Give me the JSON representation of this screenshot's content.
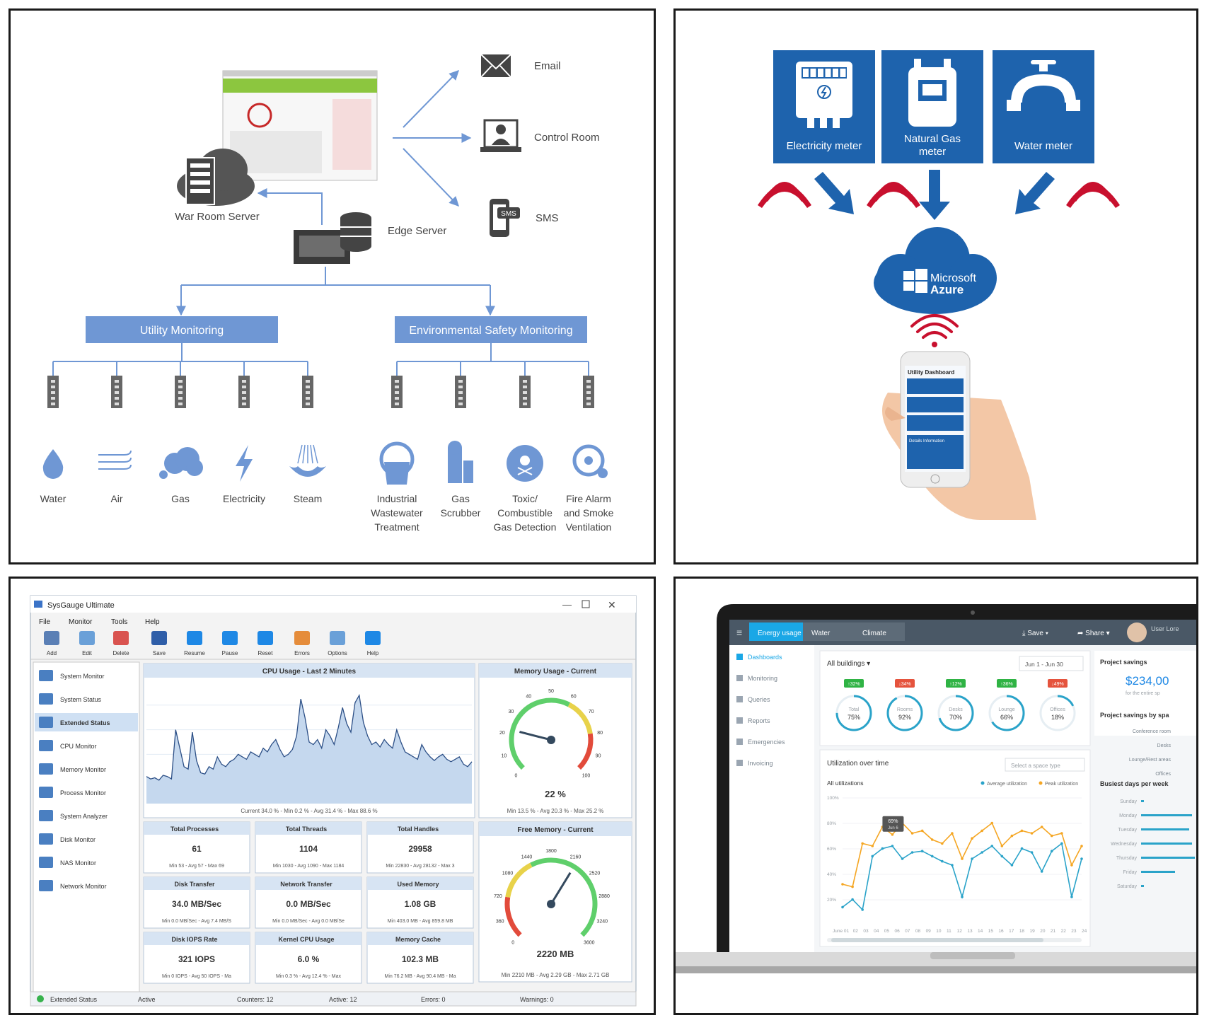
{
  "colors": {
    "accent_blue": "#6f97d4",
    "meter_blue": "#1e63ad",
    "signal_red": "#c8102e",
    "gauge_green": "#37b24d"
  },
  "panel1": {
    "war_room_server": "War Room Server",
    "edge_server": "Edge Server",
    "outputs": [
      {
        "label": "Email",
        "icon": "email-icon"
      },
      {
        "label": "Control Room",
        "icon": "control-room-icon"
      },
      {
        "label": "SMS",
        "icon": "sms-icon"
      }
    ],
    "utility": {
      "title": "Utility Monitoring",
      "items": [
        {
          "label": [
            "Water"
          ],
          "icon": "water-drop-icon"
        },
        {
          "label": [
            "Air"
          ],
          "icon": "air-icon"
        },
        {
          "label": [
            "Gas"
          ],
          "icon": "gas-cloud-icon"
        },
        {
          "label": [
            "Electricity"
          ],
          "icon": "lightning-icon"
        },
        {
          "label": [
            "Steam"
          ],
          "icon": "steam-icon"
        }
      ]
    },
    "environmental": {
      "title": "Environmental Safety Monitoring",
      "items": [
        {
          "label": [
            "Industrial",
            "Wastewater",
            "Treatment"
          ],
          "icon": "wastewater-icon"
        },
        {
          "label": [
            "Gas",
            "Scrubber"
          ],
          "icon": "scrubber-icon"
        },
        {
          "label": [
            "Toxic/",
            "Combustible",
            "Gas Detection"
          ],
          "icon": "toxic-gas-icon"
        },
        {
          "label": [
            "Fire Alarm",
            "and Smoke",
            "Ventilation"
          ],
          "icon": "fire-alarm-icon"
        }
      ]
    }
  },
  "panel2": {
    "meters": [
      {
        "label": [
          "Electricity meter"
        ],
        "icon": "electricity-meter-icon"
      },
      {
        "label": [
          "Natural Gas",
          "meter"
        ],
        "icon": "gas-meter-icon"
      },
      {
        "label": [
          "Water meter"
        ],
        "icon": "water-meter-icon"
      }
    ],
    "cloud": {
      "line1": "Microsoft",
      "line2": "Azure"
    },
    "phone_title": "Utility Dashboard",
    "phone_section": "Details Information"
  },
  "panel3": {
    "window_title": "SysGauge Ultimate",
    "menu": [
      "File",
      "Monitor",
      "Tools",
      "Help"
    ],
    "toolbar": [
      "Add",
      "Edit",
      "Delete",
      "Save",
      "Resume",
      "Pause",
      "Reset",
      "Errors",
      "Options",
      "Help"
    ],
    "sidebar": [
      "System Monitor",
      "System Status",
      "Extended Status",
      "CPU Monitor",
      "Memory Monitor",
      "Process Monitor",
      "System Analyzer",
      "Disk Monitor",
      "NAS Monitor",
      "Network Monitor"
    ],
    "sidebar_selected": 2,
    "cpu_title": "CPU Usage - Last 2 Minutes",
    "cpu_footer": "Current 34.0 % - Min 0.2 % - Avg 31.4 % - Max 88.6 %",
    "mem_title": "Memory Usage - Current",
    "mem_value": "22 %",
    "mem_ticks": [
      "0",
      "10",
      "20",
      "30",
      "40",
      "50",
      "60",
      "70",
      "80",
      "90",
      "100"
    ],
    "mem_footer": "Min 13.5 % - Avg 20.3 % - Max 25.2 %",
    "free_title": "Free Memory - Current",
    "free_value": "2220 MB",
    "free_ticks": [
      "0",
      "360",
      "720",
      "1080",
      "1440",
      "1800",
      "2160",
      "2520",
      "2880",
      "3240",
      "3600"
    ],
    "free_footer": "Min 2210 MB - Avg 2.29 GB - Max 2.71 GB",
    "stats": [
      {
        "title": "Total Processes",
        "value": "61",
        "sub": "Min 53 - Avg 57 - Max 69"
      },
      {
        "title": "Total Threads",
        "value": "1104",
        "sub": "Min 1030 - Avg 1090 - Max 1184"
      },
      {
        "title": "Total Handles",
        "value": "29958",
        "sub": "Min 22830 - Avg 28132 - Max 3"
      },
      {
        "title": "Disk Transfer",
        "value": "34.0 MB/Sec",
        "sub": "Min 0.0 MB/Sec - Avg 7.4 MB/S"
      },
      {
        "title": "Network Transfer",
        "value": "0.0 MB/Sec",
        "sub": "Min 0.0 MB/Sec - Avg 0.0 MB/Se"
      },
      {
        "title": "Used Memory",
        "value": "1.08 GB",
        "sub": "Min 403.0 MB - Avg 859.8 MB"
      },
      {
        "title": "Disk IOPS Rate",
        "value": "321 IOPS",
        "sub": "Min 0 IOPS - Avg 50 IOPS - Ma"
      },
      {
        "title": "Kernel CPU Usage",
        "value": "6.0 %",
        "sub": "Min 0.3 % - Avg 12.4 % - Max"
      },
      {
        "title": "Memory Cache",
        "value": "102.3 MB",
        "sub": "Min 76.2 MB - Avg 90.4 MB - Ma"
      }
    ],
    "status": [
      "Extended Status",
      "Active",
      "Counters: 12",
      "Active: 12",
      "Errors: 0",
      "Warnings: 0"
    ],
    "cpu_series": [
      22,
      20,
      21,
      19,
      23,
      22,
      20,
      60,
      45,
      30,
      28,
      58,
      35,
      25,
      24,
      30,
      28,
      38,
      32,
      30,
      34,
      36,
      40,
      38,
      36,
      42,
      40,
      38,
      45,
      42,
      48,
      52,
      44,
      38,
      40,
      44,
      55,
      85,
      70,
      50,
      48,
      52,
      45,
      60,
      55,
      48,
      62,
      78,
      65,
      58,
      82,
      88,
      66,
      55,
      48,
      50,
      46,
      52,
      48,
      45,
      60,
      50,
      42,
      40,
      38,
      36,
      48,
      42,
      38,
      35,
      38,
      40,
      36,
      34,
      36,
      38,
      32,
      30,
      34
    ]
  },
  "panel4": {
    "tabs": [
      "Energy usage",
      "Water",
      "Climate"
    ],
    "tab_selected": 0,
    "save": "Save",
    "share": "Share",
    "user": "User Lore",
    "nav": [
      "Dashboards",
      "Monitoring",
      "Queries",
      "Reports",
      "Emergencies",
      "Invoicing"
    ],
    "nav_selected": 0,
    "buildings": "All buildings",
    "date_range": "Jun 1 - Jun 30",
    "rings": [
      {
        "label": "Total",
        "value": "75%",
        "pct": 75,
        "badge": "↑32%",
        "badge_color": "#2fb344"
      },
      {
        "label": "Rooms",
        "value": "92%",
        "pct": 92,
        "badge": "↓34%",
        "badge_color": "#e5533d"
      },
      {
        "label": "Desks",
        "value": "70%",
        "pct": 70,
        "badge": "↑12%",
        "badge_color": "#2fb344"
      },
      {
        "label": "Lounge",
        "value": "66%",
        "pct": 66,
        "badge": "↑36%",
        "badge_color": "#2fb344"
      },
      {
        "label": "Offices",
        "value": "18%",
        "pct": 18,
        "badge": "↓49%",
        "badge_color": "#e5533d"
      }
    ],
    "utilization_title": "Utilization over time",
    "space_type_placeholder": "Select a space type",
    "all_utilizations": "All utilizations",
    "legend_avg": "Average utilization",
    "legend_peak": "Peak utilization",
    "tooltip_value": "69%",
    "tooltip_date": "Jun 6",
    "yticks": [
      "100%",
      "80%",
      "60%",
      "40%",
      "20%"
    ],
    "xticks": [
      "June 01",
      "02",
      "03",
      "04",
      "05",
      "06",
      "07",
      "08",
      "09",
      "10",
      "11",
      "12",
      "13",
      "14",
      "15",
      "16",
      "17",
      "18",
      "19",
      "20",
      "21",
      "22",
      "23",
      "24"
    ],
    "chart_data": {
      "type": "line",
      "series": [
        {
          "name": "Average utilization",
          "values": [
            12,
            18,
            10,
            52,
            58,
            60,
            50,
            55,
            56,
            52,
            48,
            45,
            20,
            50,
            55,
            60,
            52,
            45,
            58,
            55,
            40,
            56,
            62,
            20,
            50
          ]
        },
        {
          "name": "Peak utilization",
          "values": [
            30,
            28,
            62,
            60,
            75,
            69,
            78,
            70,
            72,
            65,
            62,
            70,
            50,
            66,
            72,
            78,
            60,
            68,
            72,
            70,
            75,
            68,
            70,
            45,
            60
          ]
        }
      ],
      "ylim": [
        0,
        100
      ]
    },
    "project_savings_label": "Project savings",
    "project_savings_value": "$234,00",
    "project_savings_sub": "for the entire sp",
    "savings_by_space": "Project savings by spa",
    "savings_items": [
      "Conference room",
      "Desks",
      "Lounge/Rest areas",
      "Offices"
    ],
    "busiest_days": "Busiest days per week",
    "days": [
      "Sunday",
      "Monday",
      "Tuesday",
      "Wednesday",
      "Thursday",
      "Friday",
      "Saturday"
    ],
    "day_values": [
      5,
      90,
      85,
      90,
      95,
      60,
      5
    ]
  }
}
